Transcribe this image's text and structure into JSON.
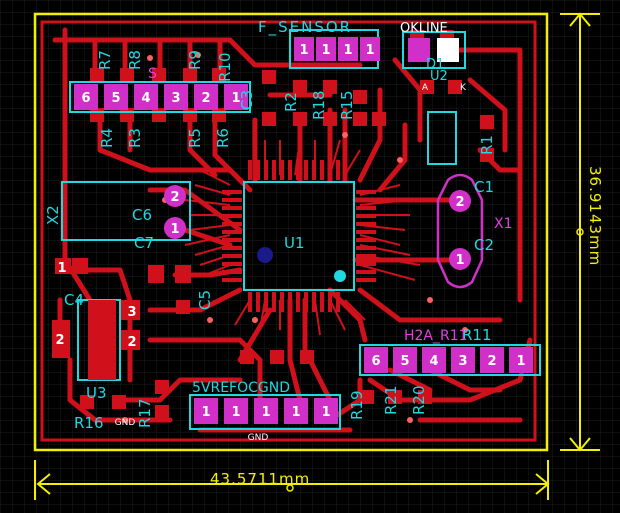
{
  "colors": {
    "background": "#000000",
    "grid": "#1c1c1c",
    "board_outline": "#f2f000",
    "copper": "#d0101a",
    "silkscreen": "#20d8e0",
    "pad": "#d030c8",
    "pad_number": "#ffffff",
    "dimension": "#f2f000"
  },
  "dimensions": {
    "width_label": "43.5711mm",
    "height_label": "36.9143mm"
  },
  "components": {
    "u1": "U1",
    "u2": "U2",
    "u3": "U3",
    "x1": "X1",
    "x2": "X2",
    "c1": "C1",
    "c2": "C2",
    "c3": "C3",
    "c4": "C4",
    "c5": "C5",
    "c6": "C6",
    "c7": "C7",
    "r1": "R1",
    "r2": "R2",
    "r3": "R3",
    "r4": "R4",
    "r5": "R5",
    "r6": "R6",
    "r7": "R7",
    "r8": "R8",
    "r9": "R9",
    "r10": "R10",
    "r11": "R11",
    "r15": "R15",
    "r16": "R16",
    "r17": "R17",
    "r18": "R18",
    "r19": "R19",
    "r20": "R20",
    "r21": "R21",
    "s": "S",
    "d1": "D1"
  },
  "connectors": {
    "top_header": "F_SENSOR",
    "top_header_overlap": "OKLINE",
    "left_header_pins": [
      "6",
      "5",
      "4",
      "3",
      "2",
      "1"
    ],
    "right_header_label": "H2A_R11",
    "right_header_pins": [
      "6",
      "5",
      "4",
      "3",
      "2",
      "1"
    ],
    "bottom_header_label": "5VREFOCGND",
    "bottom_header_pins": [
      "1",
      "1",
      "1",
      "1",
      "1"
    ],
    "top_header_pins": [
      "1",
      "1",
      "1",
      "1"
    ]
  },
  "pin_marks": {
    "crystal_left_pins": [
      "2",
      "1"
    ],
    "crystal_right_pins": [
      "2",
      "1"
    ],
    "u3_pins": [
      "2",
      "3",
      "2",
      "1"
    ],
    "led_pins": [
      "A",
      "K"
    ],
    "gnd": "GND"
  }
}
